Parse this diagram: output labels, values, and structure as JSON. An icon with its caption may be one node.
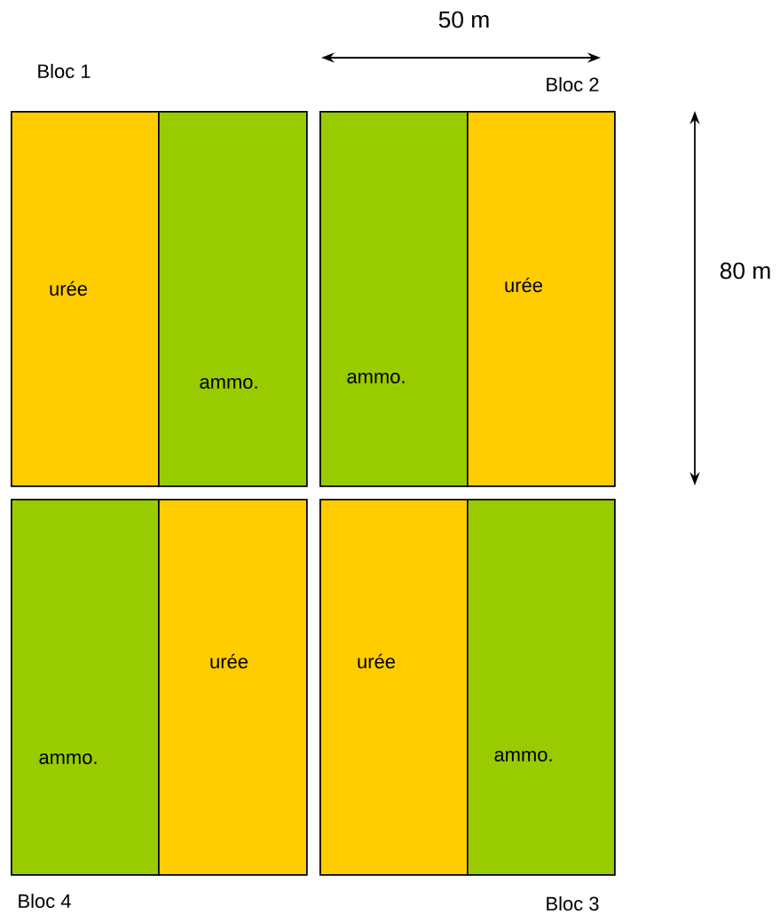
{
  "diagram": {
    "nodes": [
      {
        "text": [
          "urée"
        ]
      },
      {
        "text": [
          "ammo."
        ]
      },
      {
        "text": [
          "ammo."
        ]
      },
      {
        "text": [
          "urée"
        ]
      },
      {
        "text": [
          "ammo."
        ]
      },
      {
        "text": [
          "urée"
        ]
      },
      {
        "text": [
          "urée"
        ]
      },
      {
        "text": [
          "ammo."
        ]
      }
    ],
    "labels": [
      "50 m",
      "Bloc 1",
      "Bloc 2",
      "80 m",
      "Bloc 4",
      "Bloc 3"
    ]
  }
}
